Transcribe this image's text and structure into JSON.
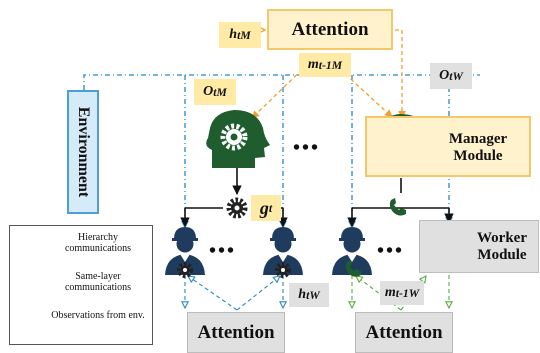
{
  "attention_top": "Attention",
  "attention_bottom_left": "Attention",
  "attention_bottom_right": "Attention",
  "environment": "Environment",
  "manager_module": [
    "Manager",
    "Module"
  ],
  "worker_module": [
    "Worker",
    "Module"
  ],
  "dots": "•••",
  "tags": {
    "h_t_M": {
      "base": "h",
      "sub": "t",
      "sup": "M"
    },
    "m_t1_M": {
      "base": "m",
      "sub": "t-1",
      "sup": "M"
    },
    "O_t_M": {
      "base": "O",
      "sub": "t",
      "sup": "M"
    },
    "O_t_W": {
      "base": "O",
      "sub": "t",
      "sup": "W"
    },
    "g_t": {
      "base": "g",
      "sub": "t"
    },
    "h_t_W": {
      "base": "h",
      "sub": "t",
      "sup": "W"
    },
    "m_t1_W": {
      "base": "m",
      "sub": "t-1",
      "sup": "W"
    }
  },
  "legend": {
    "hierarchy": "Hierarchy communications",
    "same_layer": "Same-layer communications",
    "observations": "Observations from env."
  },
  "colors": {
    "blue": "#2a86c9",
    "orange": "#f0a030",
    "green": "#1f5c2e",
    "yellow_fill": "#fff2cc",
    "gray_fill": "#e0e0e0"
  }
}
